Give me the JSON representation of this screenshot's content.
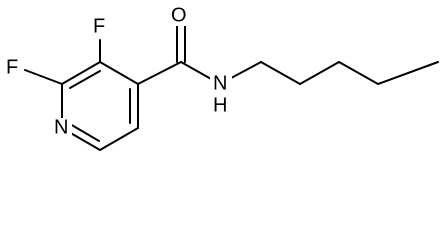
{
  "molecule": {
    "atoms": [
      {
        "id": "F_top",
        "label": "F"
      },
      {
        "id": "F_left",
        "label": "F"
      },
      {
        "id": "O",
        "label": "O"
      },
      {
        "id": "N_amide",
        "label": "N"
      },
      {
        "id": "H_amide",
        "label": "H"
      },
      {
        "id": "N_ring",
        "label": "N"
      }
    ]
  }
}
